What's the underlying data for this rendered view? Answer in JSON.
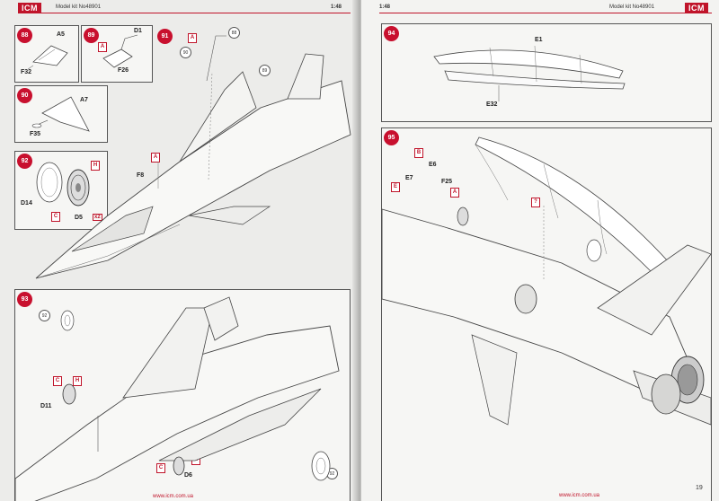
{
  "left_page": {
    "brand": "ICM",
    "model_kit": "Model kit No48901",
    "scale": "1:48",
    "footer_url": "www.icm.com.ua",
    "steps": {
      "s88": {
        "number": "88",
        "parts": [
          "A5",
          "F32"
        ]
      },
      "s89": {
        "number": "89",
        "parts": [
          "D1",
          "F26"
        ],
        "tags": [
          "A"
        ]
      },
      "s90": {
        "number": "90",
        "parts": [
          "A7",
          "F35"
        ]
      },
      "s91": {
        "number": "91",
        "parts": [
          "F8"
        ],
        "tags": [
          "A",
          "A"
        ],
        "refs": [
          "88",
          "90",
          "89"
        ]
      },
      "s92": {
        "number": "92",
        "parts": [
          "D14",
          "D5"
        ],
        "tags": [
          "H",
          "C"
        ],
        "qty": "x2"
      },
      "s93": {
        "number": "93",
        "parts": [
          "D11",
          "D6"
        ],
        "tags": [
          "C",
          "H",
          "C",
          "H"
        ],
        "refs": [
          "92",
          "92"
        ]
      }
    }
  },
  "right_page": {
    "brand": "ICM",
    "model_kit": "Model kit No48901",
    "scale": "1:48",
    "footer_url": "www.icm.com.ua",
    "page_number": "19",
    "steps": {
      "s94": {
        "number": "94",
        "parts": [
          "E1",
          "E32"
        ]
      },
      "s95": {
        "number": "95",
        "parts": [
          "E6",
          "E7",
          "F25"
        ],
        "tags": [
          "B",
          "E",
          "A",
          "?"
        ]
      }
    }
  },
  "colors": {
    "accent": "#c0142a",
    "paper": "#f1f1ef",
    "line": "#555555"
  }
}
